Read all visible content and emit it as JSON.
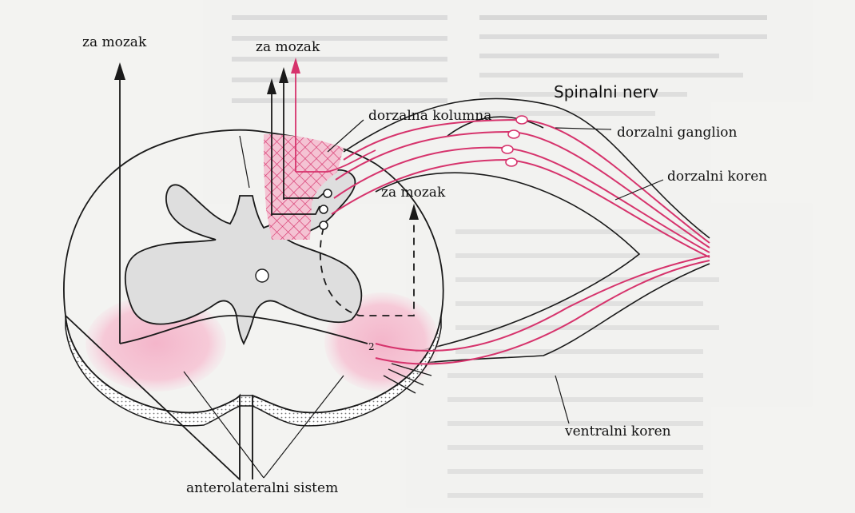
{
  "labels": {
    "za_mozak_left": "za mozak",
    "za_mozak_top": "za mozak",
    "za_mozak_right": "za mozak",
    "dorzalna_kolumna": "dorzalna kolumna",
    "spinalni_nerv": "Spinalni nerv",
    "dorzalni_ganglion": "dorzalni ganglion",
    "dorzalni_koren": "dorzalni koren",
    "ventralni_koren": "ventralni koren",
    "anterolateralni_sistem": "anterolateralni sistem",
    "neuron_number": "2"
  },
  "colors": {
    "pathway_pink": "#d6336c",
    "region_pink": "#f2b6c8",
    "gray_matter": "#dedede",
    "outline": "#1a1a1a"
  }
}
